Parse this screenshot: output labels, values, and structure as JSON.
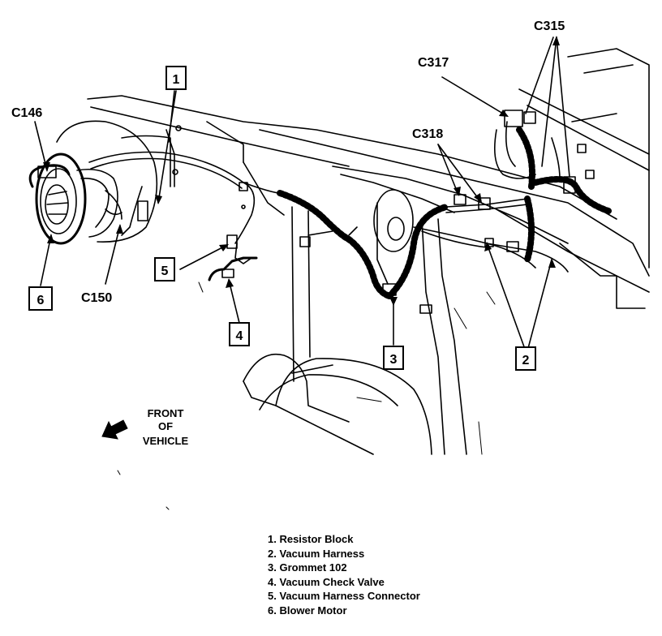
{
  "callouts": {
    "c1": "1",
    "c2": "2",
    "c3": "3",
    "c4": "4",
    "c5": "5",
    "c6": "6"
  },
  "connectors": {
    "c146": "C146",
    "c150": "C150",
    "c315": "C315",
    "c317": "C317",
    "c318": "C318"
  },
  "front_note": {
    "line1": "FRONT",
    "line2": "OF",
    "line3": "VEHICLE"
  },
  "legend": [
    "1. Resistor Block",
    "2. Vacuum Harness",
    "3. Grommet 102",
    "4. Vacuum Check Valve",
    "5. Vacuum Harness Connector",
    "6. Blower Motor"
  ]
}
